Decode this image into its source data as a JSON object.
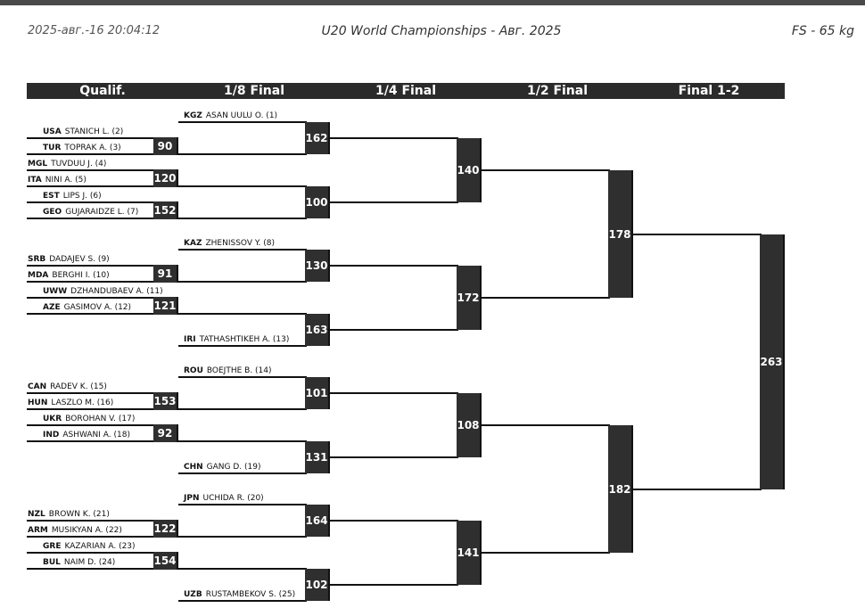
{
  "header": {
    "datetime": "2025-авг.-16 20:04:12",
    "title": "U20 World Championships - Авг. 2025",
    "category": "FS - 65 kg"
  },
  "rounds": [
    "Qualif.",
    "1/8 Final",
    "1/4 Final",
    "1/2 Final",
    "Final 1-2"
  ],
  "wrestlers": [
    {
      "country": "KGZ",
      "name": "ASAN UULU O. (1)"
    },
    {
      "country": "USA",
      "name": "STANICH L. (2)"
    },
    {
      "country": "TUR",
      "name": "TOPRAK A. (3)"
    },
    {
      "country": "MGL",
      "name": "TUVDUU J. (4)"
    },
    {
      "country": "ITA",
      "name": "NINI A. (5)"
    },
    {
      "country": "EST",
      "name": "LIPS J. (6)"
    },
    {
      "country": "GEO",
      "name": "GUJARAIDZE L. (7)"
    },
    {
      "country": "KAZ",
      "name": "ZHENISSOV Y. (8)"
    },
    {
      "country": "SRB",
      "name": "DADAJEV S. (9)"
    },
    {
      "country": "MDA",
      "name": "BERGHI I. (10)"
    },
    {
      "country": "UWW",
      "name": "DZHANDUBAEV A. (11)"
    },
    {
      "country": "AZE",
      "name": "GASIMOV A. (12)"
    },
    {
      "country": "IRI",
      "name": "TATHASHTIKEH A. (13)"
    },
    {
      "country": "ROU",
      "name": "BOEJTHE B. (14)"
    },
    {
      "country": "CAN",
      "name": "RADEV K. (15)"
    },
    {
      "country": "HUN",
      "name": "LASZLO M. (16)"
    },
    {
      "country": "UKR",
      "name": "BOROHAN V. (17)"
    },
    {
      "country": "IND",
      "name": "ASHWANI A. (18)"
    },
    {
      "country": "CHN",
      "name": "GANG D. (19)"
    },
    {
      "country": "JPN",
      "name": "UCHIDA R. (20)"
    },
    {
      "country": "NZL",
      "name": "BROWN K. (21)"
    },
    {
      "country": "ARM",
      "name": "MUSIKYAN A. (22)"
    },
    {
      "country": "GRE",
      "name": "KAZARIAN A. (23)"
    },
    {
      "country": "BUL",
      "name": "NAIM D. (24)"
    },
    {
      "country": "UZB",
      "name": "RUSTAMBEKOV S. (25)"
    }
  ],
  "bouts": {
    "qualif": [
      "90",
      "120",
      "152",
      "91",
      "121",
      "153",
      "92",
      "122",
      "154"
    ],
    "eighth": [
      "162",
      "100",
      "130",
      "163",
      "101",
      "131",
      "164",
      "102"
    ],
    "quarter": [
      "140",
      "172",
      "108",
      "141"
    ],
    "semi": [
      "178",
      "182"
    ],
    "final": [
      "263"
    ]
  }
}
